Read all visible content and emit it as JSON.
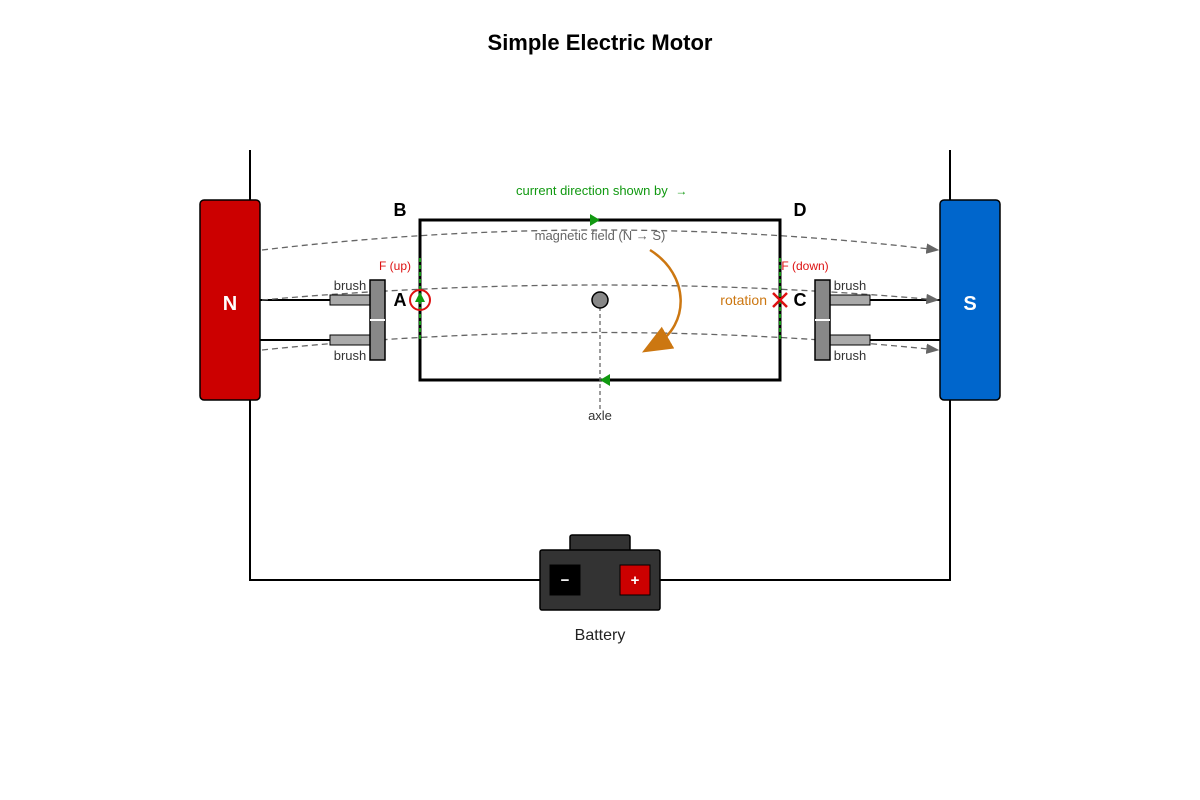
{
  "title": "Simple Electric Motor",
  "magnets": {
    "north": {
      "label": "N",
      "color": "#cc0000"
    },
    "south": {
      "label": "S",
      "color": "#0066cc"
    }
  },
  "coil": {
    "corners": {
      "a": "A",
      "b": "B",
      "c": "C",
      "d": "D"
    },
    "current_note": "current direction shown by",
    "current_arrow_glyph": "→",
    "field_label": "magnetic field (N → S)",
    "force_up": "F (up)",
    "force_down": "F (down)",
    "rotation_label": "rotation",
    "axle_label": "axle"
  },
  "brushes": {
    "left_top": "brush",
    "left_bottom": "brush",
    "right_top": "brush",
    "right_bottom": "brush"
  },
  "battery": {
    "label": "Battery",
    "negative": "−",
    "positive": "+"
  },
  "colors": {
    "wire": "#000000",
    "current_arrow": "#119911",
    "force": "#dd1111",
    "rotation": "#cc7711",
    "field_line": "#666666",
    "brush": "#aaaaaa",
    "commutator": "#888888",
    "battery_body": "#333333",
    "battery_positive": "#cc0000",
    "battery_negative": "#000000"
  },
  "icons": {
    "force_out_of_page": "dot-in-circle-icon",
    "force_into_page": "cross-icon"
  }
}
